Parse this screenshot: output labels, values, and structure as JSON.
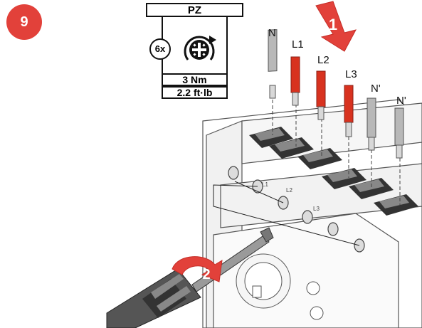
{
  "step_number": "9",
  "spec": {
    "tool": "PZ",
    "count": "6x",
    "torque_metric": "3 Nm",
    "torque_imperial": "2.2 ft·lb"
  },
  "wires": [
    {
      "label": "N",
      "color": "#b8b8b8"
    },
    {
      "label": "L1",
      "color": "#d8321f"
    },
    {
      "label": "L2",
      "color": "#d8321f"
    },
    {
      "label": "L3",
      "color": "#d8321f"
    },
    {
      "label": "N'",
      "color": "#b8b8b8"
    },
    {
      "label": "N'",
      "color": "#b8b8b8"
    }
  ],
  "terminal_marks": [
    "L1",
    "L2",
    "L3"
  ],
  "action_steps": {
    "first": "1",
    "second": "2"
  },
  "colors": {
    "accent": "#e2413a",
    "phase_wire": "#d8321f",
    "neutral_wire": "#b8b8b8"
  }
}
